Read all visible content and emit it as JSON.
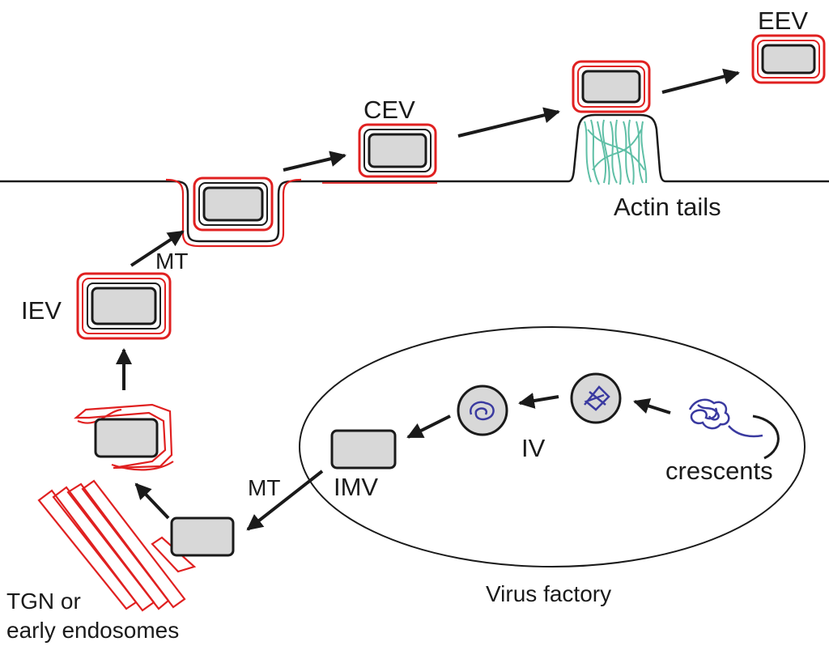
{
  "labels": {
    "eev": "EEV",
    "cev": "CEV",
    "iev": "IEV",
    "imv": "IMV",
    "iv": "IV",
    "mt_upper": "MT",
    "mt_lower": "MT",
    "actin_tails": "Actin tails",
    "crescents": "crescents",
    "virus_factory": "Virus factory",
    "tgn_line1": "TGN or",
    "tgn_line2": "early endosomes"
  },
  "colors": {
    "membrane": "#e02020",
    "core_fill": "#d8d8d8",
    "outline": "#1a1a1a",
    "actin": "#5fbfa6",
    "crescent": "#3a3aa0"
  }
}
